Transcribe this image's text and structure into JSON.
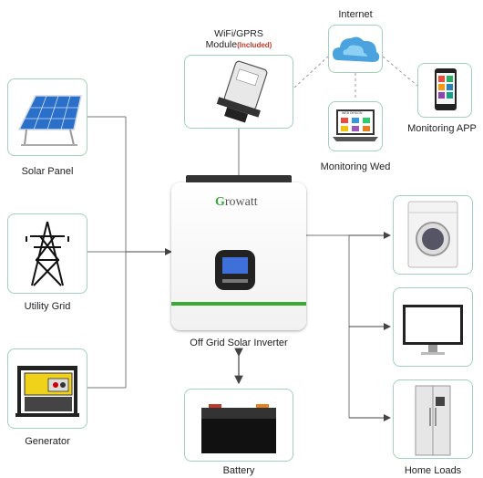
{
  "nodes": {
    "wifi_module": {
      "title_line1": "WiFi/GPRS",
      "title_line2": "Module",
      "tag": "(Included)"
    },
    "internet": {
      "label": "Internet"
    },
    "monitoring_web": {
      "label": "Monitoring Wed",
      "screen_text": "WEB DESIGN"
    },
    "monitoring_app": {
      "label": "Monitoring APP"
    },
    "solar_panel": {
      "label": "Solar Panel"
    },
    "utility_grid": {
      "label": "Utility Grid"
    },
    "generator": {
      "label": "Generator"
    },
    "inverter": {
      "label": "Off Grid Solar Inverter",
      "brand": "Growatt"
    },
    "battery": {
      "label": "Battery"
    },
    "home_loads": {
      "label": "Home Loads"
    }
  },
  "colors": {
    "box_border": "#9fd2b9",
    "line": "#555555",
    "dashed": "#999999",
    "brand_green": "#3aaa35",
    "cloud_blue": "#4aa3df",
    "solar_blue": "#2a6fc9"
  }
}
